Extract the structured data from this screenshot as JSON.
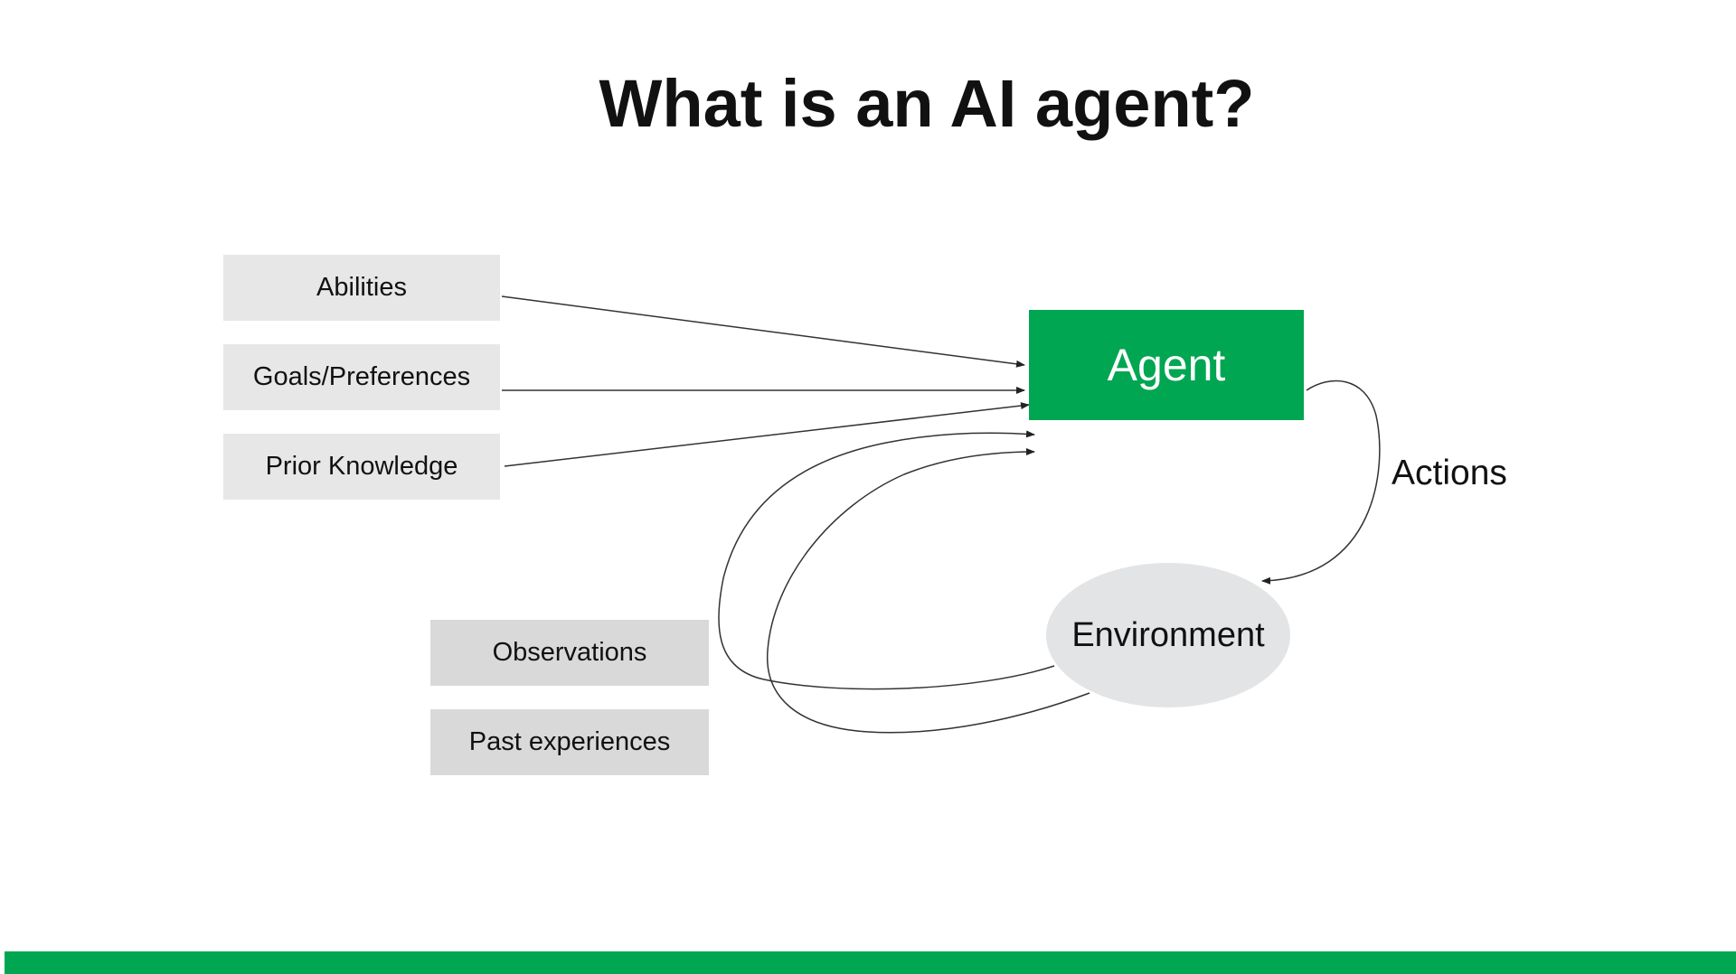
{
  "title": "What is an AI agent?",
  "inputs": [
    "Abilities",
    "Goals/Preferences",
    "Prior Knowledge"
  ],
  "history": [
    "Observations",
    "Past experiences"
  ],
  "agent_label": "Agent",
  "environment_label": "Environment",
  "actions_label": "Actions",
  "colors": {
    "accent": "#00a651",
    "box": "#e7e7e7",
    "box_dark": "#d9d9d9",
    "environment": "#e3e4e6"
  }
}
